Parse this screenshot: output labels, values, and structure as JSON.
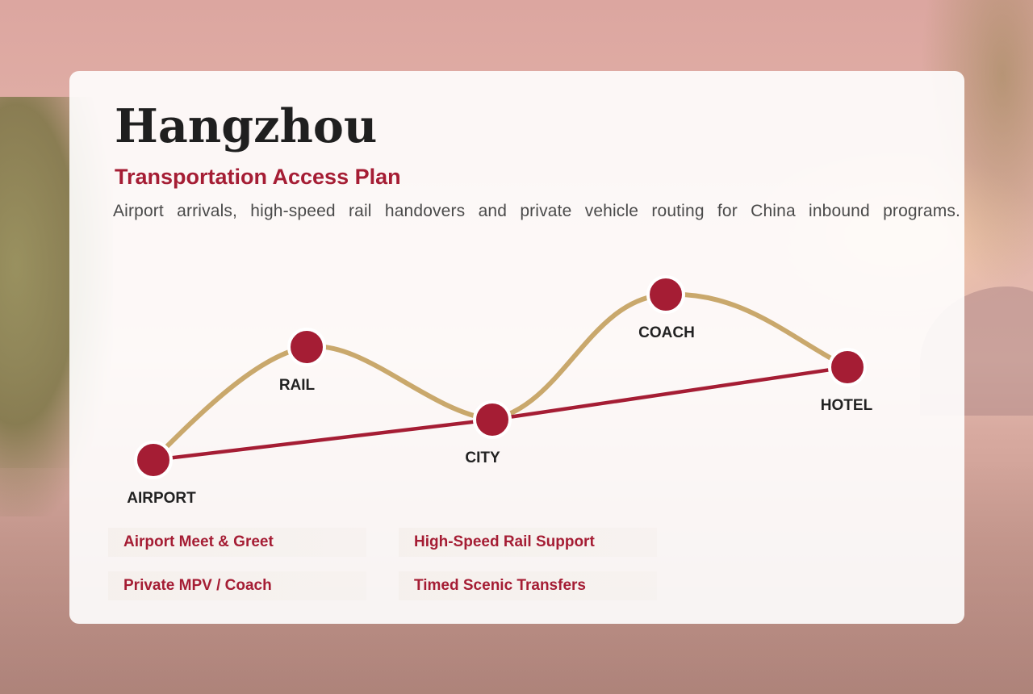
{
  "header": {
    "city": "Hangzhou",
    "subtitle": "Transportation Access Plan",
    "description": "Airport arrivals, high-speed rail handovers and private vehicle routing for China inbound programs."
  },
  "diagram": {
    "nodes": [
      {
        "id": "airport",
        "label": "AIRPORT"
      },
      {
        "id": "rail",
        "label": "RAIL"
      },
      {
        "id": "city",
        "label": "CITY"
      },
      {
        "id": "coach",
        "label": "COACH"
      },
      {
        "id": "hotel",
        "label": "HOTEL"
      }
    ],
    "colors": {
      "node": "#a51d34",
      "curve": "#c9a86c",
      "line": "#a51d34"
    }
  },
  "services": [
    {
      "label": "Airport Meet & Greet"
    },
    {
      "label": "High-Speed Rail Support"
    },
    {
      "label": "Private MPV / Coach"
    },
    {
      "label": "Timed Scenic Transfers"
    }
  ],
  "theme": {
    "accent": "#a51d34",
    "gold": "#c9a86c"
  }
}
